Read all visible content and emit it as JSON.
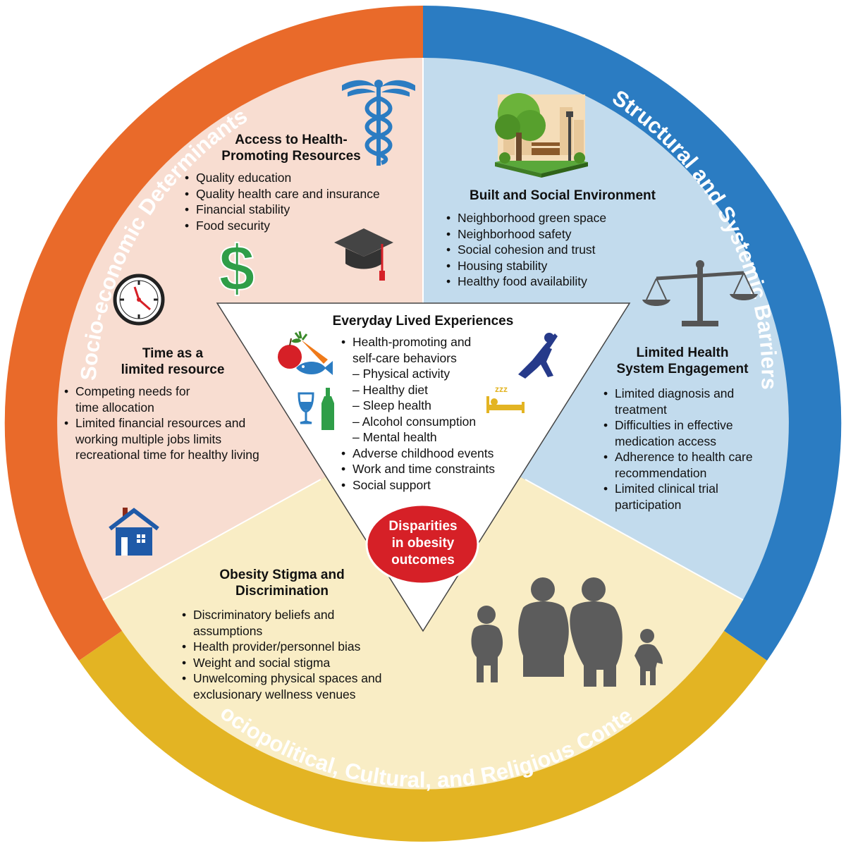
{
  "ring": {
    "left_label": "Socio-economic Determinants",
    "right_label": "Structural and Systemic Barriers",
    "bottom_label": "Sociopolitical, Cultural, and Religious Context",
    "colors": {
      "left": "#e96a2a",
      "right": "#2b7cc2",
      "bottom": "#e3b423"
    }
  },
  "sectors": {
    "colors": {
      "top_left": "#f8ddd1",
      "right": "#c2dbed",
      "bottom": "#f9edc5",
      "triangle": "#ffffff"
    },
    "access": {
      "heading_line1": "Access to Health-",
      "heading_line2": "Promoting Resources",
      "items": [
        "Quality education",
        "Quality health care and insurance",
        "Financial stability",
        "Food security"
      ]
    },
    "time": {
      "heading_line1": "Time as a",
      "heading_line2": "limited resource",
      "items": [
        [
          "Competing needs for",
          "time allocation"
        ],
        [
          "Limited financial resources and",
          "working multiple jobs limits",
          "recreational time for healthy living"
        ]
      ]
    },
    "built": {
      "heading": "Built and Social Environment",
      "items": [
        "Neighborhood green space",
        "Neighborhood safety",
        "Social cohesion and trust",
        "Housing stability",
        "Healthy food availability"
      ]
    },
    "limited": {
      "heading_line1": "Limited Health",
      "heading_line2": "System Engagement",
      "items": [
        [
          "Limited diagnosis and",
          "treatment"
        ],
        [
          "Difficulties in effective",
          "medication access"
        ],
        [
          "Adherence to health care",
          "recommendation"
        ],
        [
          "Limited clinical trial",
          "participation"
        ]
      ]
    },
    "stigma": {
      "heading_line1": "Obesity Stigma and",
      "heading_line2": "Discrimination",
      "items": [
        [
          "Discriminatory beliefs and",
          "assumptions"
        ],
        [
          "Health provider/personnel bias"
        ],
        [
          "Weight and social stigma"
        ],
        [
          "Unwelcoming physical spaces and",
          "exclusionary wellness venues"
        ]
      ]
    },
    "everyday": {
      "heading": "Everyday Lived Experiences",
      "item1_line1": "Health-promoting and",
      "item1_line2": "self-care behaviors",
      "subitems": [
        "– Physical activity",
        "– Healthy diet",
        "– Sleep health",
        "– Alcohol consumption",
        "– Mental health"
      ],
      "items": [
        "Adverse childhood events",
        "Work and time constraints",
        "Social support"
      ]
    }
  },
  "center": {
    "line1": "Disparities",
    "line2": "in obesity",
    "line3": "outcomes",
    "color": "#d62027"
  },
  "icons": [
    "caduceus-icon",
    "park-icon",
    "clock-icon",
    "dollar-icon",
    "graduation-cap-icon",
    "scales-icon",
    "fruit-vegetable-icon",
    "fish-icon",
    "wine-bottle-icon",
    "sleep-bed-icon",
    "exercise-person-icon",
    "house-icon",
    "family-icon"
  ]
}
